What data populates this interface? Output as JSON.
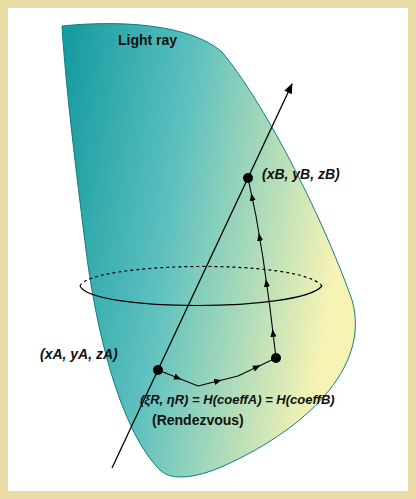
{
  "diagram": {
    "labels": [
      "Light ray",
      "(xB, yB, zB)",
      "(xA, yA, zA)",
      "(ξR, ηR) = H(coeffA) = H(coeffB)",
      "(Rendezvous)"
    ]
  }
}
